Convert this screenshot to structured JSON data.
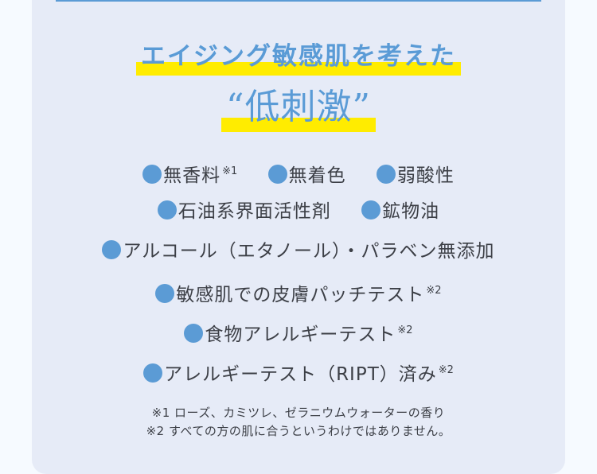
{
  "colors": {
    "accent_blue": "#5b9bd5",
    "highlight_yellow": "#ffec00",
    "card_bg": "#e6ebf7",
    "text": "#3c3f46"
  },
  "heading": {
    "line1": "エイジング敏感肌を考えた",
    "line2": "“低刺激”"
  },
  "features": {
    "rows": [
      [
        {
          "label": "無香料",
          "note": "※1"
        },
        {
          "label": "無着色",
          "note": ""
        },
        {
          "label": "弱酸性",
          "note": ""
        }
      ],
      [
        {
          "label": "石油系界面活性剤",
          "note": ""
        },
        {
          "label": "鉱物油",
          "note": ""
        }
      ],
      [
        {
          "label": "アルコール（エタノール）・パラベン無添加",
          "note": ""
        }
      ],
      [
        {
          "label": "敏感肌での皮膚パッチテスト",
          "note": "※2"
        }
      ],
      [
        {
          "label": "食物アレルギーテスト",
          "note": "※2"
        }
      ],
      [
        {
          "label": "アレルギーテスト（RIPT）済み",
          "note": "※2"
        }
      ]
    ]
  },
  "footnotes": {
    "note1": "※1 ローズ、カミツレ、ゼラニウムウォーターの香り",
    "note2": "※2 すべての方の肌に合うというわけではありません。"
  }
}
